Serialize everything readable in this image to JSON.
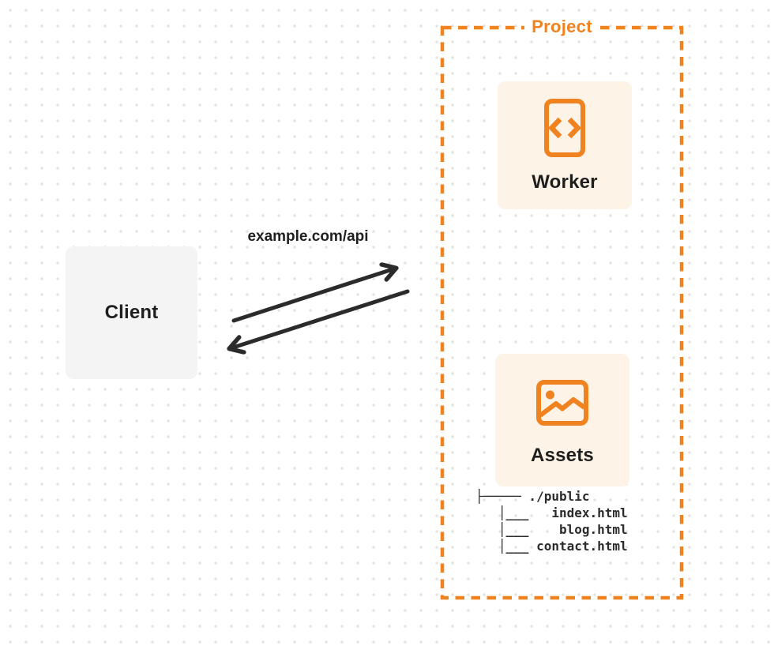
{
  "client": {
    "label": "Client"
  },
  "request": {
    "url_label": "example.com/api"
  },
  "project": {
    "label": "Project",
    "worker": {
      "label": "Worker",
      "icon": "code-file-icon"
    },
    "assets": {
      "label": "Assets",
      "icon": "image-icon"
    },
    "file_tree_lines": [
      "├───── ./public",
      "   │___   index.html",
      "   │___    blog.html",
      "   │___ contact.html"
    ]
  },
  "colors": {
    "accent_orange": "#f0821f",
    "warm_card_background": "#fdf3e6",
    "neutral_card_background": "#f4f4f5",
    "ink_text": "#1e1e1e",
    "arrow": "#2b2b2b",
    "background_dots": "#e4e4e4"
  }
}
